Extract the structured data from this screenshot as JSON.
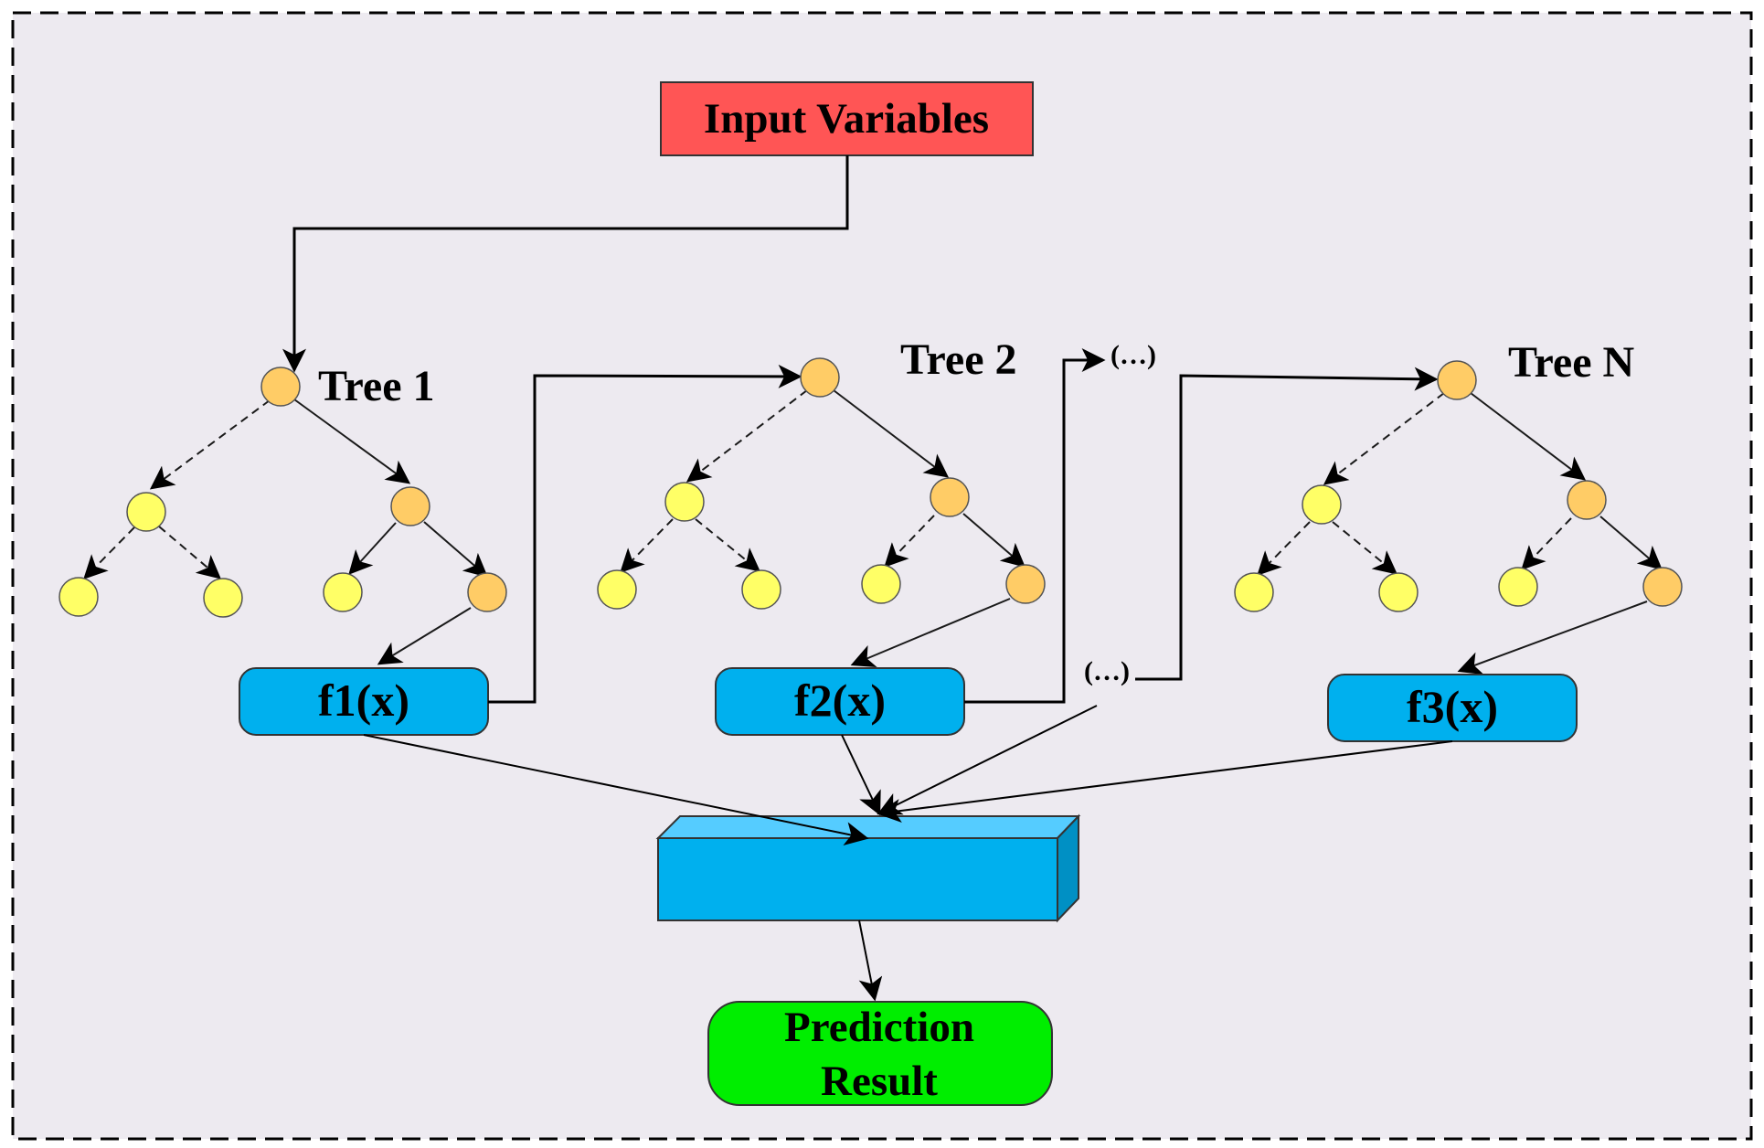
{
  "input": {
    "label": "Input Variables",
    "color": "#ff5555"
  },
  "trees": [
    {
      "label": "Tree 1",
      "function": "f1(x)"
    },
    {
      "label": "Tree 2",
      "function": "f2(x)"
    },
    {
      "label": "Tree N",
      "function": "f3(x)"
    }
  ],
  "ellipsis_top": "(…)",
  "ellipsis_mid": "(…)",
  "output": {
    "line1": "Prediction",
    "line2": "Result",
    "color": "#00ee00"
  },
  "colors": {
    "background": "#edeaf0",
    "function_box": "#00b0ee",
    "internal_node": "#ffcc66",
    "leaf_node": "#ffff66",
    "aggregator": "#00b0ee"
  }
}
